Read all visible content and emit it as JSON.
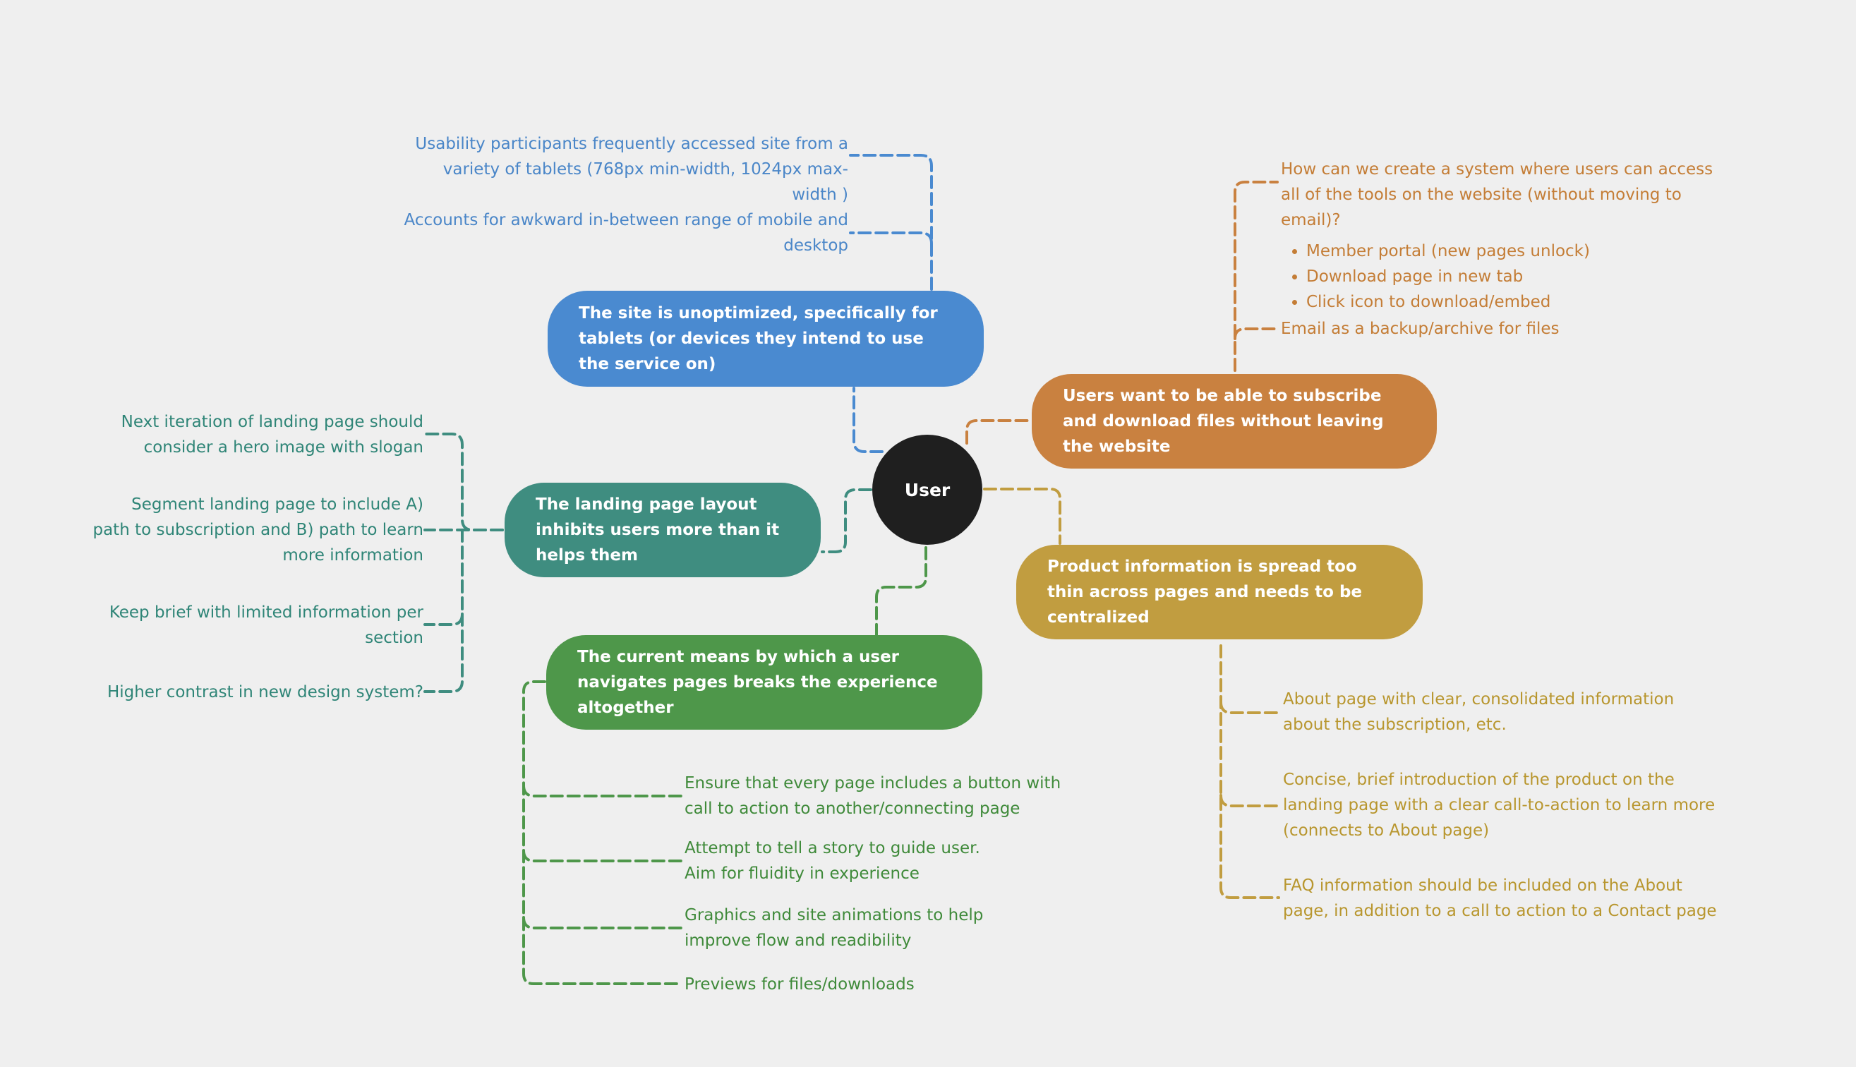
{
  "colors": {
    "background": "#efefef",
    "center": "#1f1f1f",
    "blue": "#4a8ad0",
    "orange": "#c98140",
    "teal": "#3f8d80",
    "green": "#4e974a",
    "gold": "#c19d40"
  },
  "center_label": "User",
  "branches": {
    "blue": {
      "label": "The site is unoptimized, specifically for tablets (or devices they intend to use the service on)",
      "notes": [
        "Usability participants frequently accessed site from a variety of tablets (768px min-width, 1024px max-width )",
        "Accounts for awkward in-between range of mobile and desktop"
      ]
    },
    "orange": {
      "label": "Users want to be able to subscribe and download files without leaving the website",
      "question": "How can we create a system where users can access all of the tools on the website (without moving to email)?",
      "bullets": [
        "Member portal (new pages unlock)",
        "Download page in new tab",
        "Click icon to download/embed"
      ],
      "notes": [
        "Email as a backup/archive for files"
      ]
    },
    "teal": {
      "label": "The landing page layout inhibits users more than it helps them",
      "notes": [
        "Next iteration of landing page should consider a hero image with slogan",
        "Segment landing page to include A) path to subscription and B) path to learn more information",
        "Keep brief with limited information per section",
        "Higher contrast in new design system?"
      ]
    },
    "green": {
      "label": "The current means by which a user navigates pages breaks the experience altogether",
      "notes": [
        "Ensure that every page includes a button with call to action to another/connecting page",
        "Attempt to tell a story to guide user. Aim for fluidity in experience",
        "Graphics and site animations to help improve flow and readibility",
        "Previews for files/downloads"
      ]
    },
    "gold": {
      "label": "Product information is spread too thin across pages and needs to be centralized",
      "notes": [
        "About page with clear, consolidated information about the subscription, etc.",
        "Concise, brief introduction of the product on the landing page with a clear call-to-action to learn more (connects to About page)",
        "FAQ information should be included on the About page, in addition to a call to action to a Contact page"
      ]
    }
  }
}
